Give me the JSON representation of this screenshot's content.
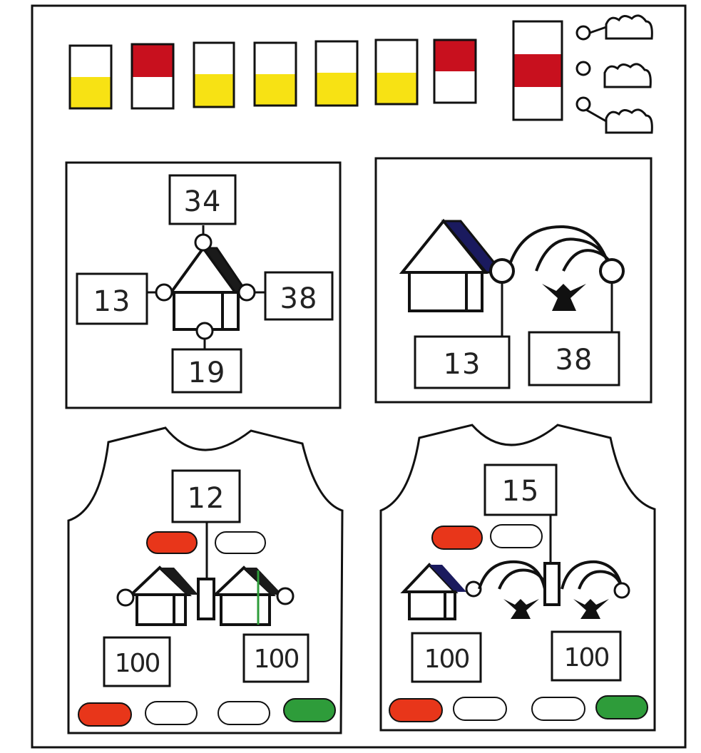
{
  "colors": {
    "yellow": "#f7e214",
    "red": "#c8101e",
    "orange_red": "#e8361a",
    "green": "#2e9c3a",
    "navy": "#1a1a5e",
    "stroke": "#111111"
  },
  "legend": {
    "swatches": [
      {
        "top": "white",
        "bottom": "yellow"
      },
      {
        "top": "red",
        "bottom": "white"
      },
      {
        "top": "white",
        "bottom": "yellow"
      },
      {
        "top": "white",
        "bottom": "yellow"
      },
      {
        "top": "white",
        "bottom": "yellow"
      },
      {
        "top": "white",
        "bottom": "yellow"
      },
      {
        "top": "red",
        "bottom": "white"
      }
    ],
    "icons": [
      "tricolor-flag-icon",
      "cloud-pin-icon"
    ]
  },
  "panel_house_cross": {
    "top": "34",
    "left": "13",
    "right": "38",
    "bottom": "19"
  },
  "panel_house_tree": {
    "left": "13",
    "right": "38"
  },
  "vest_two_houses": {
    "top": "12",
    "left": "100",
    "right": "100"
  },
  "vest_house_trees": {
    "top": "15",
    "left": "100",
    "right": "100"
  }
}
